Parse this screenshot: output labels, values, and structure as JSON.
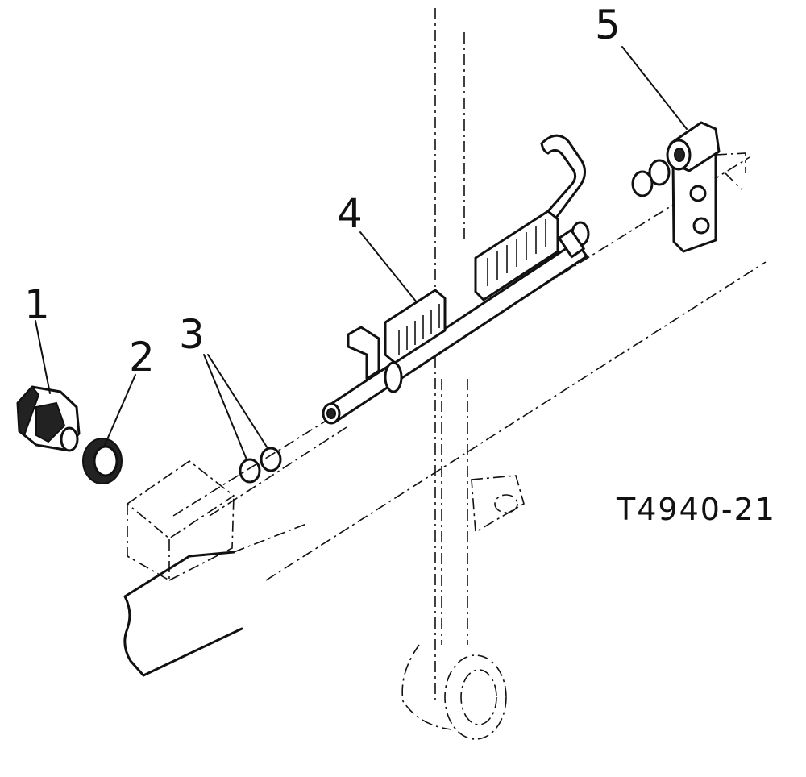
{
  "callouts": {
    "c1": "1",
    "c2": "2",
    "c3": "3",
    "c4": "4",
    "c5": "5"
  },
  "figure_id": "T4940-21"
}
